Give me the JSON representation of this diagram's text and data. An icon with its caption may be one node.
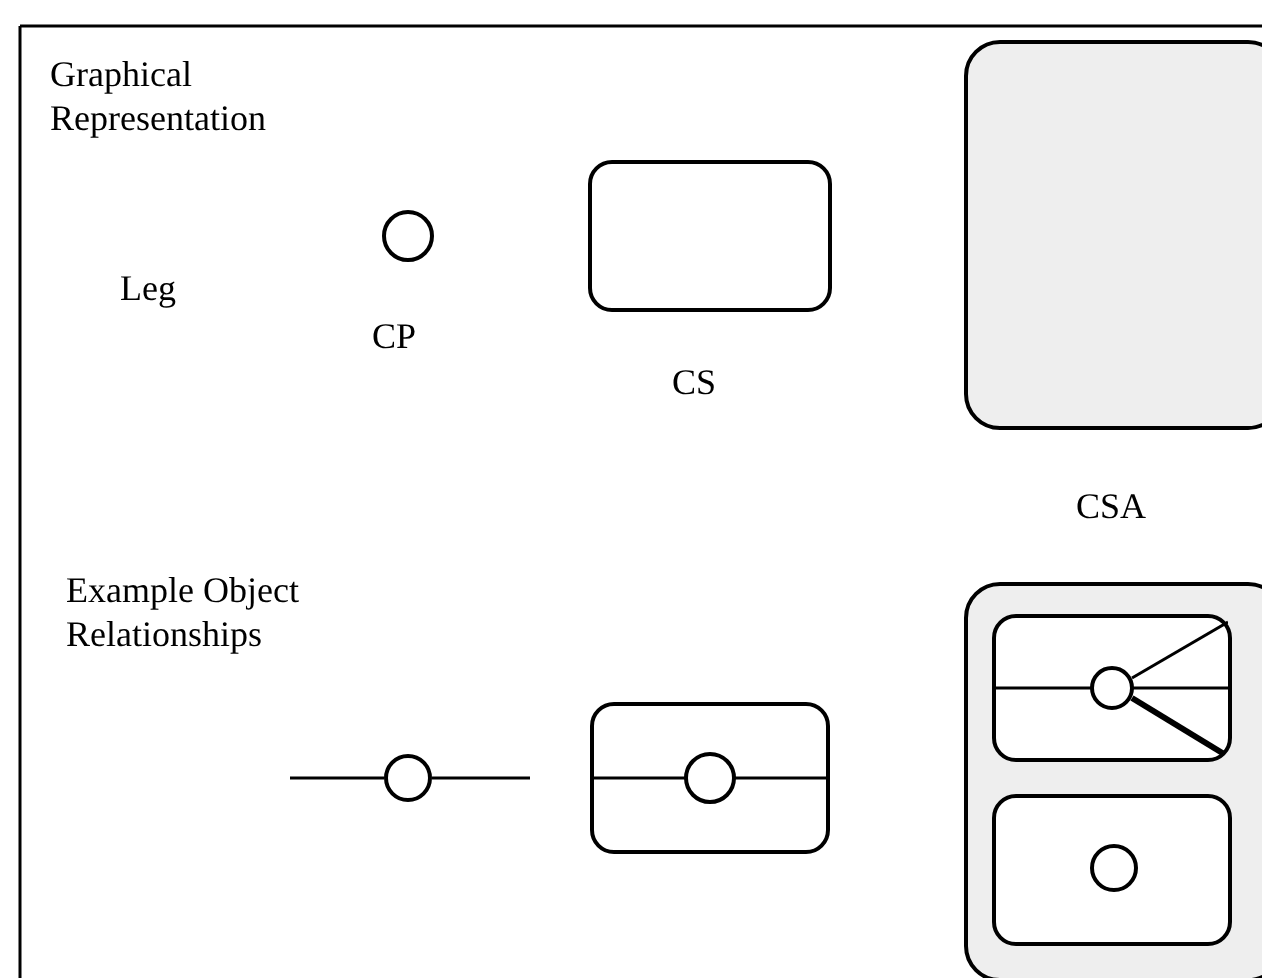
{
  "diagram": {
    "nodes": [
      {
        "text": [],
        "shape": "circle",
        "beside": [
          "CP"
        ]
      },
      {
        "text": [],
        "shape": "box",
        "beside": [
          "CS"
        ]
      },
      {
        "text": [],
        "shape": "box",
        "beside": [
          "CSA"
        ]
      },
      {
        "text": [],
        "shape": "circle"
      },
      {
        "text": [],
        "shape": "box"
      },
      {
        "text": [],
        "shape": "circle",
        "in": 4
      },
      {
        "text": [],
        "shape": "box"
      },
      {
        "text": [],
        "shape": "box",
        "in": 6
      },
      {
        "text": [],
        "shape": "circle",
        "in": 7
      },
      {
        "text": [],
        "shape": "box",
        "in": 6
      },
      {
        "text": [],
        "shape": "circle",
        "in": 9
      }
    ],
    "labels": [
      "Graphical Representation",
      "Leg",
      "Example Object Relationships"
    ]
  }
}
